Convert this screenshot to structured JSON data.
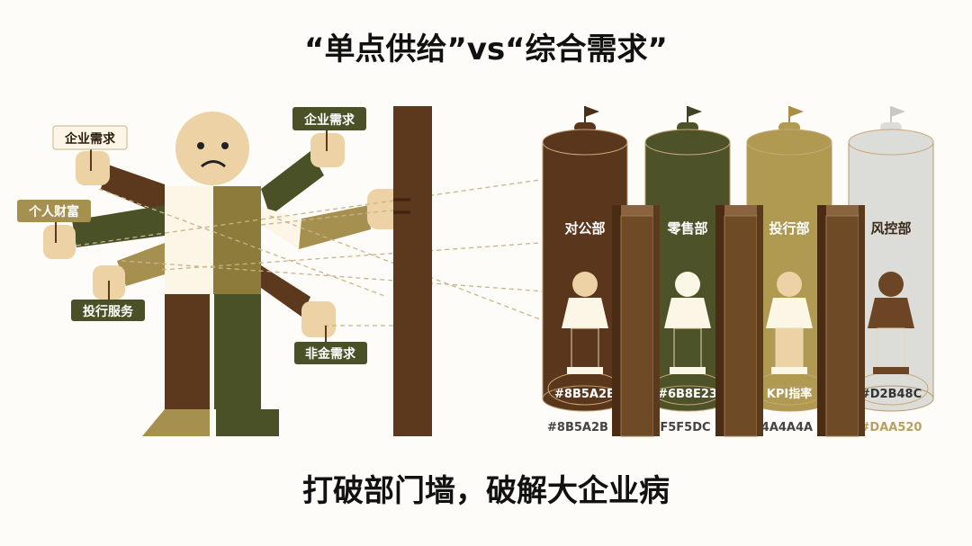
{
  "title": "“单点供给”vs“综合需求”",
  "subtitle": "打破部门墙，破解大企业病",
  "person_labels": {
    "top_left": "企业需求",
    "top_right": "企业需求",
    "mid_left": "个人财富",
    "low_left": "投行服务",
    "low_right": "非金需求"
  },
  "departments": [
    {
      "name": "对公部",
      "base_text": "#8B5A2B",
      "below_text": "#8B5A2B",
      "color": "#5a361c",
      "flag": "#4a2e17"
    },
    {
      "name": "零售部",
      "base_text": "#6B8E23",
      "below_text": "#F5F5DC",
      "color": "#4d5228",
      "flag": "#3f4421"
    },
    {
      "name": "投行部",
      "base_text": "KPI指率",
      "below_text": "#4A4A4A",
      "color": "#b09a52",
      "flag": "#a88f45"
    },
    {
      "name": "风控部",
      "base_text": "#D2B48C",
      "below_text": "#DAA520",
      "color": "#dcdcd8",
      "flag": "#c9c9c4"
    }
  ],
  "colors": {
    "brown": "#5c381c",
    "olive": "#4b5127",
    "khaki": "#a69050",
    "skin": "#ecd2a4",
    "cream": "#fbf6e6"
  }
}
